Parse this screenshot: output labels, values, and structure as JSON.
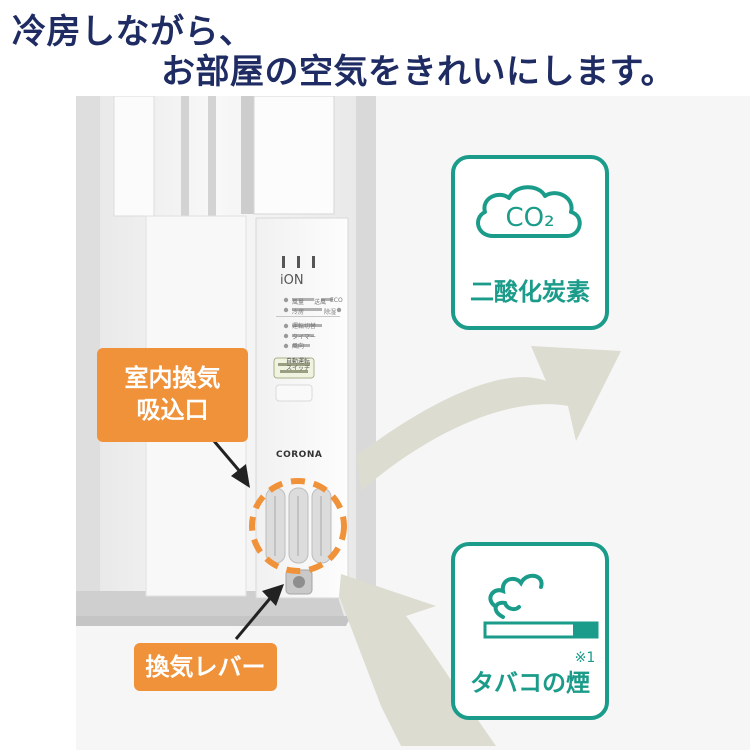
{
  "headline": {
    "line1": "冷房しながら、",
    "line2": "お部屋の空気をきれいにします。"
  },
  "product": {
    "brand_logo": "CORONA",
    "ion_mark": "iON",
    "panel_labels": [
      "運転切替",
      "風量",
      "タイマー",
      "風向",
      "冷房",
      "除湿",
      "ECO",
      "送風"
    ],
    "button_label": "自動運転\nスイッチ"
  },
  "callouts": {
    "intake": "室内換気\n吸込口",
    "lever": "換気レバー"
  },
  "cards": {
    "co2": {
      "cloud_label": "CO₂",
      "caption": "二酸化炭素",
      "icon": "cloud-co2-icon"
    },
    "smoke": {
      "caption": "タバコの煙",
      "note": "※1",
      "icon": "cigarette-smoke-icon"
    }
  },
  "colors": {
    "headline": "#1f2c63",
    "callout_orange": "#f0923a",
    "card_teal": "#1b9c8a",
    "arrow_gray": "#d9d7cd"
  }
}
